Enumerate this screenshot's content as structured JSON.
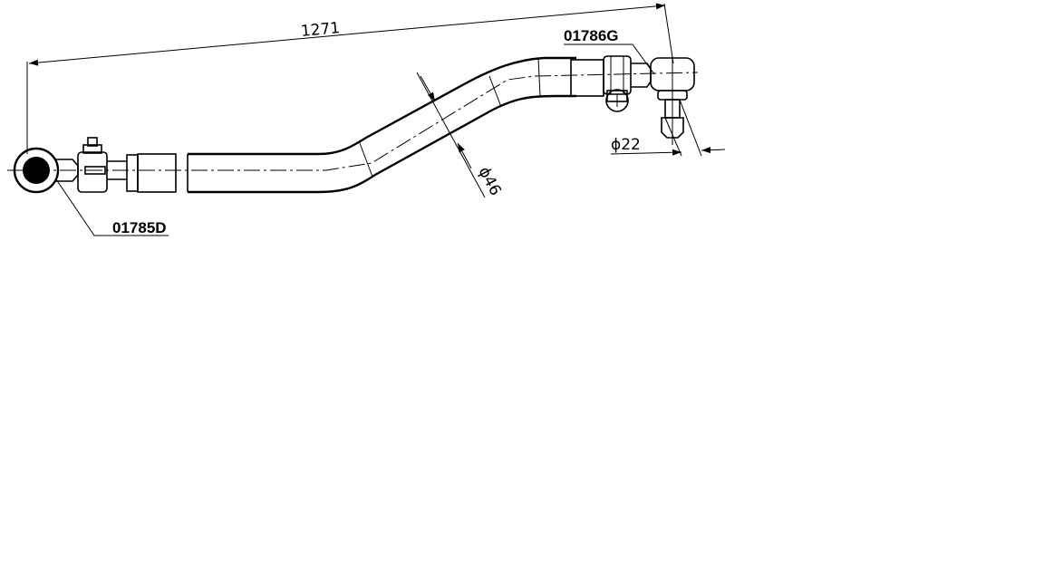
{
  "dimensions": {
    "overall_length": "1271",
    "tube_diameter": "ϕ46",
    "ball_pin_diameter": "ϕ22"
  },
  "parts": {
    "left_end_code": "01785D",
    "right_end_code": "01786G"
  }
}
